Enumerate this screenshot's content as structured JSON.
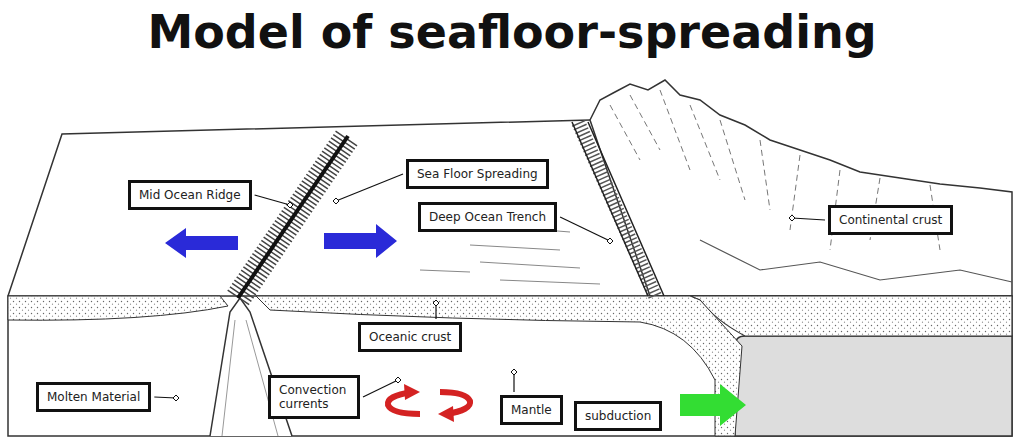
{
  "diagram": {
    "title": "Model of seafloor-spreading",
    "nodes": [
      {
        "text": [
          "Sea Floor Spreading"
        ]
      },
      {
        "text": [
          "Mid Ocean Ridge"
        ]
      },
      {
        "text": [
          "Deep Ocean Trench"
        ]
      },
      {
        "text": [
          "Continental crust"
        ]
      },
      {
        "text": [
          "Oceanic crust"
        ]
      },
      {
        "text": [
          "Molten Material"
        ]
      },
      {
        "text": [
          "Convection currents"
        ]
      },
      {
        "text": [
          "Mantle"
        ]
      },
      {
        "text": [
          "subduction"
        ]
      }
    ]
  }
}
